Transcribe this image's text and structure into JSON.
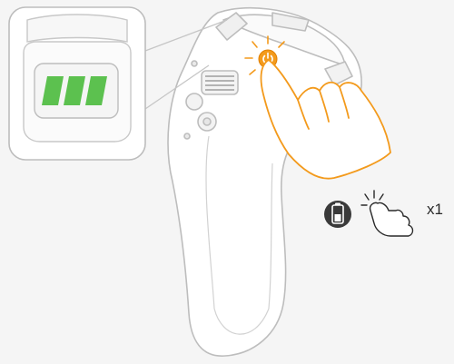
{
  "legend": {
    "press_count": "x1",
    "icons": [
      "battery-status-icon",
      "press-hand-icon"
    ]
  },
  "battery": {
    "bars_lit": 3,
    "bars_total": 3
  },
  "colors": {
    "accent_orange": "#f39a1c",
    "battery_green": "#5cc14f",
    "outline_gray": "#bdbdbd",
    "dark_icon": "#3a3a3a",
    "background": "#f5f5f5"
  }
}
